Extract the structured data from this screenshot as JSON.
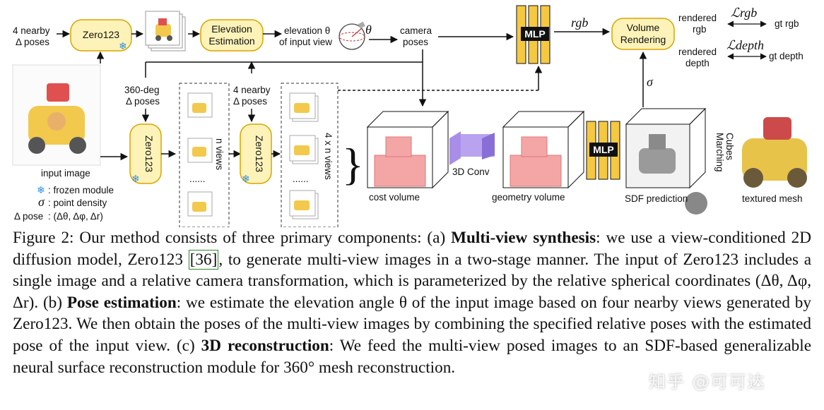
{
  "figure": {
    "delta_poses_top": [
      "4 nearby",
      "Δ poses"
    ],
    "zero123_label": "Zero123",
    "elevation_estimation": [
      "Elevation",
      "Estimation"
    ],
    "elevation_of_input": [
      "elevation θ",
      "of input view"
    ],
    "theta_symbol": "θ",
    "camera_poses": [
      "camera",
      "poses"
    ],
    "mlp_label": "MLP",
    "rgb_label": "rgb",
    "sigma_label": "σ",
    "volume_rendering": [
      "Volume",
      "Rendering"
    ],
    "rendered_rgb": [
      "rendered",
      "rgb"
    ],
    "loss_rgb": "ℒrgb",
    "gt_rgb": "gt rgb",
    "rendered_depth": [
      "rendered",
      "depth"
    ],
    "loss_depth": "ℒdepth",
    "gt_depth": "gt depth",
    "input_image_label": "input image",
    "pose_360": [
      "360-deg",
      "Δ poses"
    ],
    "pose_4nearby": [
      "4 nearby",
      "Δ poses"
    ],
    "n_views": "n views",
    "four_n_views": "4 x n views",
    "dots": "......",
    "conv3d": "3D Conv",
    "cost_volume": "cost volume",
    "geometry_volume": "geometry volume",
    "sdf_prediction": "SDF prediction",
    "marching_cubes": [
      "Marching",
      "Cubes"
    ],
    "textured_mesh": "textured mesh",
    "legend": {
      "frozen": ": frozen module",
      "sigma": "σ",
      "density": ": point density",
      "pose_key": "Δ pose",
      "pose_val": ": (Δθ, Δφ, Δr)"
    },
    "colors": {
      "module_fill": "#fdf3b8",
      "module_stroke": "#d9a400",
      "mlp_fill": "#f5c842",
      "voxel_fill": "#f4a6a6",
      "conv_fill": "#a98ee8",
      "snowflake": "#2f8fe0"
    }
  },
  "caption": {
    "p1": "Figure 2: Our method consists of three primary components: (a) ",
    "b1": "Multi-view synthesis",
    "p2": ": we use a view-conditioned 2D diffusion model, Zero123 ",
    "ref": "[36]",
    "p3": ", to generate multi-view images in a two-stage manner. The input of Zero123 includes a single image and a relative camera transformation, which is parameterized by the relative spherical coordinates (Δθ, Δφ, Δr). (b) ",
    "b2": "Pose estimation",
    "p4": ": we estimate the elevation angle θ of the input image based on four nearby views generated by Zero123. We then obtain the poses of the multi-view images by combining the specified relative poses with the estimated pose of the input view. (c) ",
    "b3": "3D reconstruction",
    "p5": ": We feed the multi-view posed images to an SDF-based generalizable neural surface reconstruction module for 360° mesh reconstruction."
  },
  "watermark": "知乎 @可可达"
}
